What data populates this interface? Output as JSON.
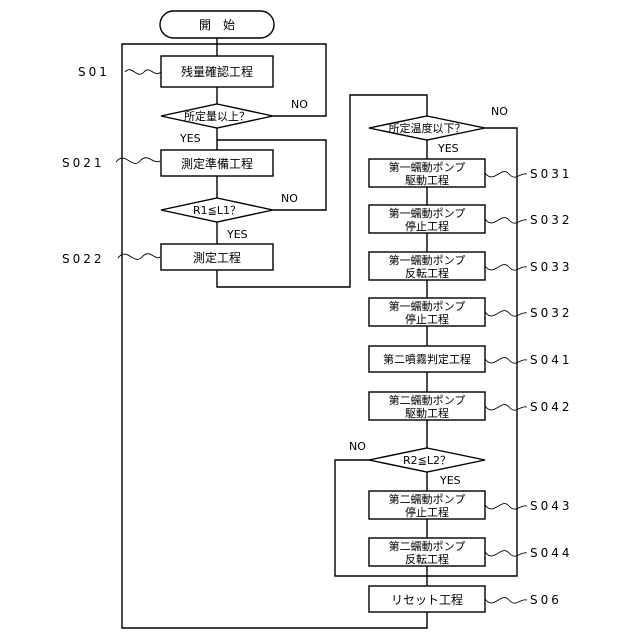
{
  "flowchart": {
    "start_label": "開　始",
    "decisions": {
      "residual_check": "所定量以上？",
      "r1_l1": "R1≦L1？",
      "temperature_check": "所定温度以下？",
      "r2_l2": "R2≦L2？"
    },
    "processes": {
      "residual_confirm": "残量確認工程",
      "measure_prep": "測定準備工程",
      "measure": "測定工程",
      "pump1_drive_1": "第一蠕動ポンプ",
      "pump1_drive_2": "駆動工程",
      "pump1_stop_a_1": "第一蠕動ポンプ",
      "pump1_stop_a_2": "停止工程",
      "pump1_reverse_1": "第一蠕動ポンプ",
      "pump1_reverse_2": "反転工程",
      "pump1_stop_b_1": "第一蠕動ポンプ",
      "pump1_stop_b_2": "停止工程",
      "spray_judge": "第二噴霧判定工程",
      "pump2_drive_1": "第二蠕動ポンプ",
      "pump2_drive_2": "駆動工程",
      "pump2_stop_1": "第二蠕動ポンプ",
      "pump2_stop_2": "停止工程",
      "pump2_reverse_1": "第二蠕動ポンプ",
      "pump2_reverse_2": "反転工程",
      "reset": "リセット工程"
    },
    "branch_labels": {
      "yes": "YES",
      "no": "NO"
    },
    "step_labels": {
      "s01": "S01",
      "s021": "S021",
      "s022": "S022",
      "s031": "S031",
      "s032a": "S032",
      "s033": "S033",
      "s032b": "S032",
      "s041": "S041",
      "s042": "S042",
      "s043": "S043",
      "s044": "S044",
      "s06": "S06"
    }
  }
}
